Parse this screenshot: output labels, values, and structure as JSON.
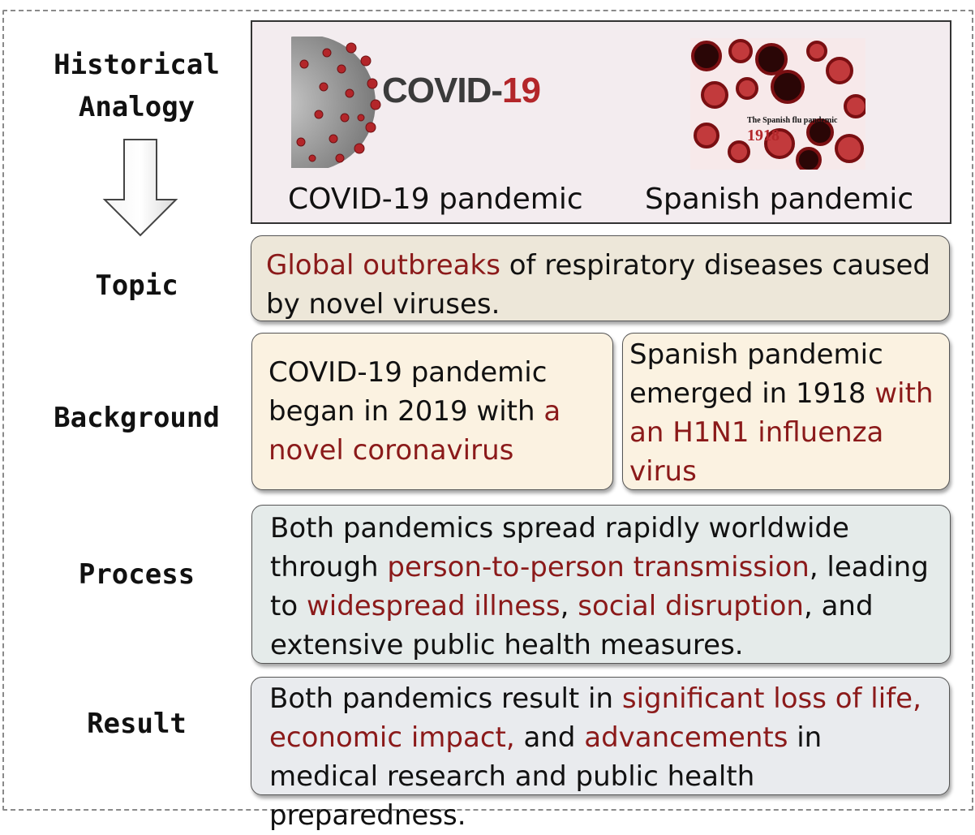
{
  "labels": {
    "historical_line1": "Historical",
    "historical_line2": "Analogy",
    "topic": "Topic",
    "background": "Background",
    "process": "Process",
    "result": "Result"
  },
  "analogy": {
    "covid_logo_text_a": "COVID-",
    "covid_logo_text_b": "19",
    "covid_caption": "COVID-19 pandemic",
    "spanish_logo_title": "The Spanish flu pandemic",
    "spanish_logo_year": "1918",
    "spanish_caption": "Spanish pandemic"
  },
  "topic": {
    "hl1": "Global outbreaks",
    "t1": " of respiratory diseases caused by novel viruses."
  },
  "background_left": {
    "t1": "COVID-19 pandemic began in 2019 with ",
    "hl1": "a novel coronavirus"
  },
  "background_right": {
    "t1": "Spanish pandemic emerged in 1918 ",
    "hl1": "with an H1N1 influenza virus"
  },
  "process": {
    "t1": "Both pandemics spread rapidly worldwide through ",
    "hl1": "person-to-person transmission",
    "t2": ", leading to ",
    "hl2": "widespread illness",
    "t3": ", ",
    "hl3": "social disruption",
    "t4": ", and extensive public health measures."
  },
  "result": {
    "t1": "Both pandemics result in ",
    "hl1": "significant loss of life,",
    "t2": " ",
    "hl2": "economic impact,",
    "t3": " and ",
    "hl3": "advancements",
    "t4": " in medical research and public health preparedness."
  },
  "colors": {
    "highlight": "#8b1a1a",
    "topic_bg": "#ede7d9",
    "background_bg": "#fbf2e1",
    "process_bg": "#e5ebea",
    "result_bg": "#e9ebee",
    "analogy_bg": "#f3ecef"
  },
  "icons": {
    "arrow": "down-arrow-icon",
    "virus": "coronavirus-icon",
    "flu": "influenza-virus-icon"
  }
}
